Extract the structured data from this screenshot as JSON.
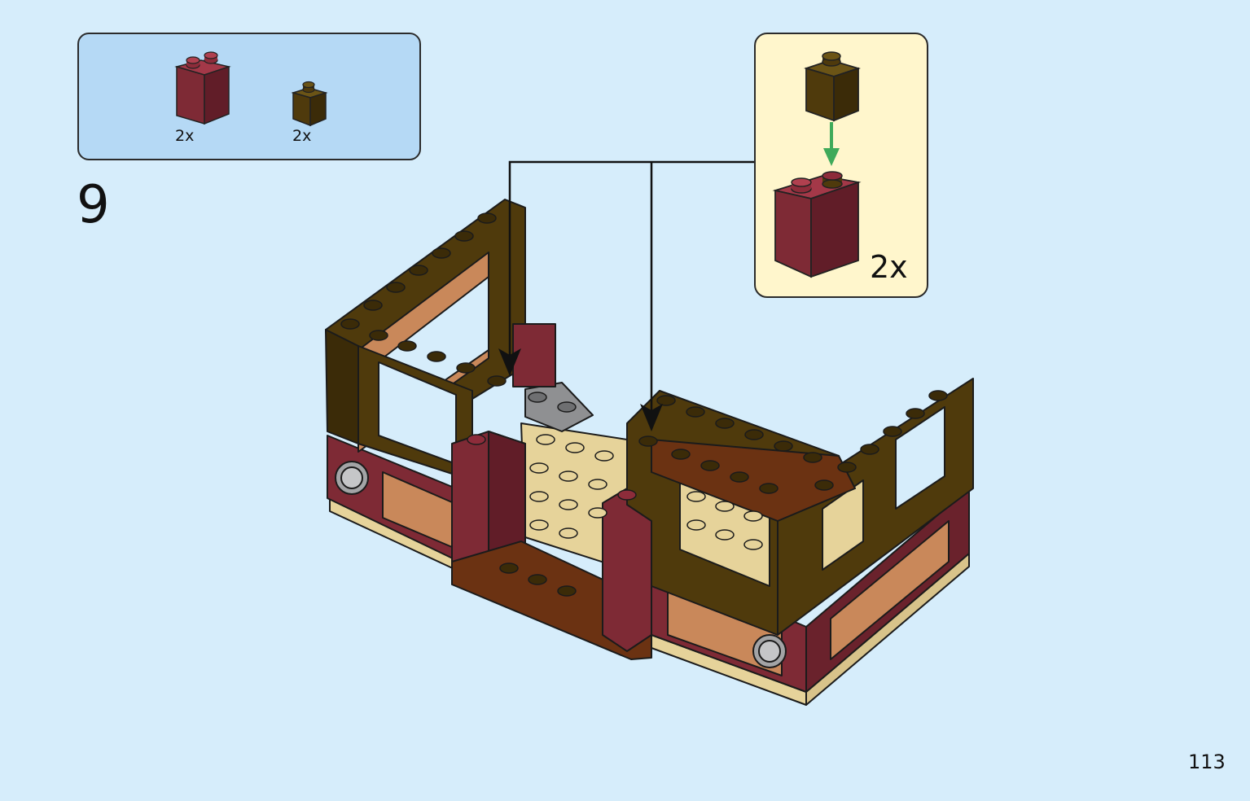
{
  "parts": [
    {
      "brick": "dark-red-1x2x2-brick",
      "count": "2x"
    },
    {
      "brick": "dark-brown-1x1-brick",
      "count": "2x"
    }
  ],
  "step": {
    "number": "9"
  },
  "callout": {
    "count": "2x"
  },
  "page": {
    "number": "113"
  },
  "colors": {
    "background": "#d6edfb",
    "parts_box": "#b5d9f5",
    "callout_box": "#fff6cc",
    "dark_red": "#7e2a35",
    "dark_brown": "#4f3a0c",
    "reddish_brown": "#6b3212",
    "tan": "#e6d39a",
    "medium_nougat": "#c9885a",
    "light_grey": "#a3a4a6",
    "green_arrow": "#3faa5a"
  }
}
